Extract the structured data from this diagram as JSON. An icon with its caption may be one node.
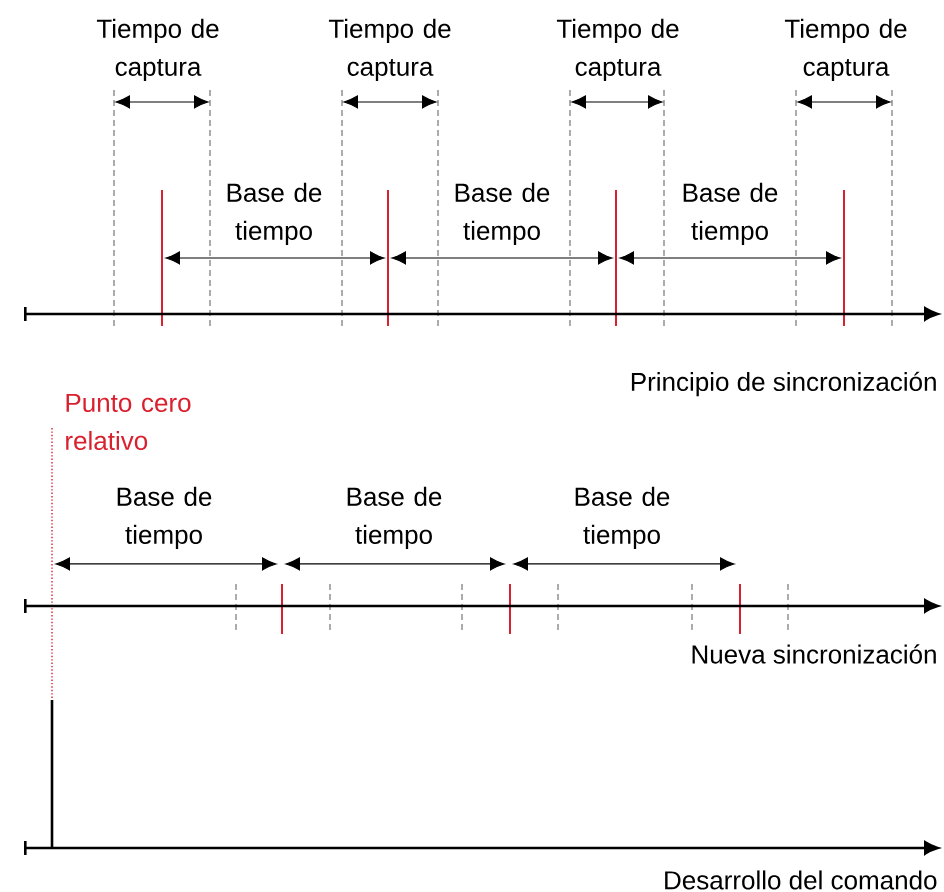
{
  "diagram": {
    "labels": [
      "Tiempo de captura",
      "Tiempo de captura",
      "Tiempo de captura",
      "Tiempo de captura",
      "Base de tiempo",
      "Base de tiempo",
      "Base de tiempo",
      "Principio de sincronización",
      "Punto cero relativo",
      "Base de tiempo",
      "Base de tiempo",
      "Base de tiempo",
      "Nueva sincronización",
      "Desarrollo del comando"
    ]
  }
}
